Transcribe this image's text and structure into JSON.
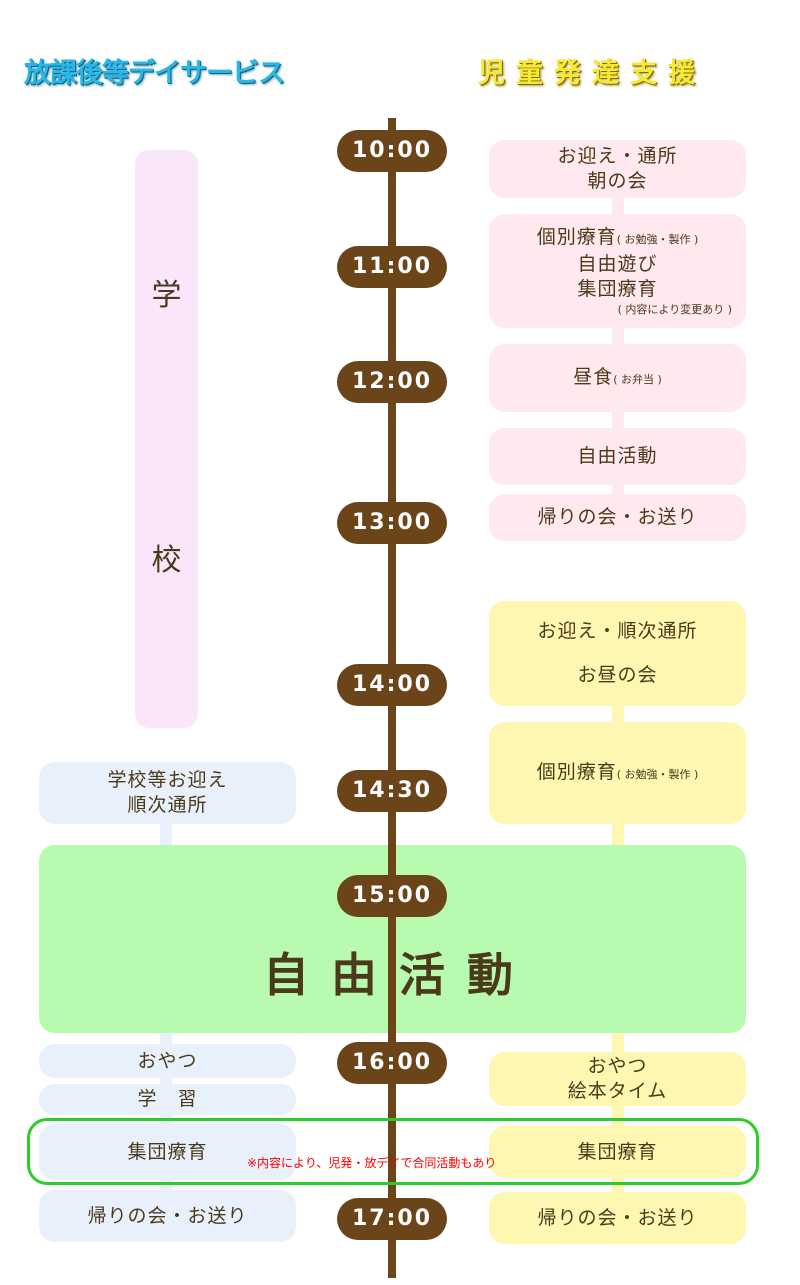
{
  "headers": {
    "left": "放課後等デイサービス",
    "right": "児童発達支援"
  },
  "times": [
    "10:00",
    "11:00",
    "12:00",
    "13:00",
    "14:00",
    "14:30",
    "15:00",
    "16:00",
    "17:00"
  ],
  "school": {
    "char1": "学",
    "char2": "校"
  },
  "jihatsu": {
    "pink": {
      "b1_l1": "お迎え・通所",
      "b1_l2": "朝の会",
      "b2_l1": "個別療育",
      "b2_l1_small": "( お勉強・製作 )",
      "b2_l2": "自由遊び",
      "b2_l3": "集団療育",
      "b2_note": "( 内容により変更あり )",
      "b3_main": "昼食",
      "b3_small": "( お弁当 )",
      "b4": "自由活動",
      "b5": "帰りの会・お送り"
    },
    "yellow": {
      "b1_l1": "お迎え・順次通所",
      "b1_l2": "お昼の会",
      "b2_main": "個別療育",
      "b2_small": "( お勉強・製作 )",
      "b3_l1": "おやつ",
      "b3_l2": "絵本タイム",
      "b4": "集団療育",
      "b5": "帰りの会・お送り"
    }
  },
  "day": {
    "b1_l1": "学校等お迎え",
    "b1_l2": "順次通所",
    "b2": "おやつ",
    "b3": "学　習",
    "b4": "集団療育",
    "b5": "帰りの会・お送り"
  },
  "shared": {
    "free_activity": "自由活動",
    "note": "※内容により、児発・放デイで合同活動もあり"
  },
  "colors": {
    "timeline": "#6b4519",
    "pink": "#fde9ee",
    "yellow": "#fdf7b2",
    "blue": "#e8f0fc",
    "green": "#b8fbb0",
    "school": "#fae6fa",
    "outline": "#2ecb2e",
    "note": "#ff0000"
  }
}
